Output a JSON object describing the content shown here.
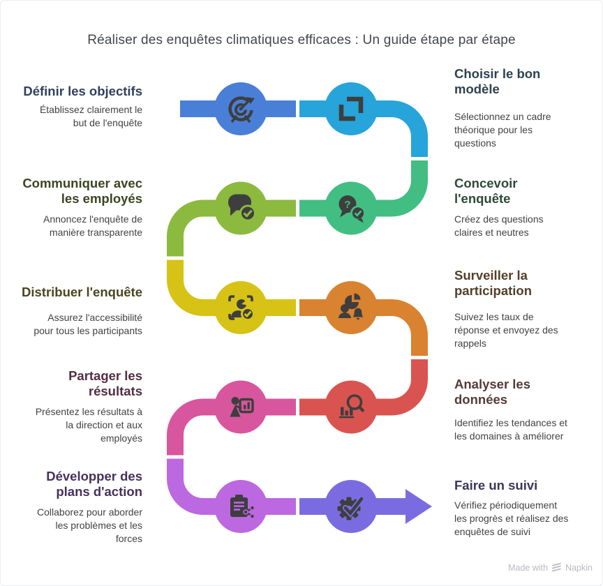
{
  "title": "Réaliser des enquêtes climatiques efficaces : Un guide étape par étape",
  "ui": {
    "background": "#ffffff",
    "border_color": "#ebedef",
    "title_color": "#42464e",
    "icon_color": "#3E3E3E",
    "desc_color": "#424242",
    "footer": {
      "made_with": "Made with",
      "brand": "Napkin",
      "color": "#b7babf",
      "logo_icon": "napkin-logo-icon"
    }
  },
  "steps": [
    {
      "order": 1,
      "title": "Définir les objectifs",
      "desc": "Établissez clairement le\nbut de l'enquête",
      "color": "#4A7FD7",
      "title_color": "#32405a",
      "icon": "target-icon",
      "text_side": "left"
    },
    {
      "order": 2,
      "title": "Choisir le bon\nmodèle",
      "desc": "Sélectionnez un cadre\nthéorique pour les\nquestions",
      "color": "#27A4D9",
      "title_color": "#2e424f",
      "icon": "frame-icon",
      "text_side": "right"
    },
    {
      "order": 3,
      "title": "Concevoir\nl'enquête",
      "desc": "Créez des questions\nclaires et neutres",
      "color": "#42BE82",
      "title_color": "#2c4a3a",
      "icon": "question-chat-icon",
      "text_side": "right"
    },
    {
      "order": 4,
      "title": "Communiquer avec\nles employés",
      "desc": "Annoncez l'enquête de\nmanière transparente",
      "color": "#8BBA3E",
      "title_color": "#3c4523",
      "icon": "chat-check-icon",
      "text_side": "left"
    },
    {
      "order": 5,
      "title": "Distribuer l'enquête",
      "desc": "Assurez l'accessibilité\npour tous les participants",
      "color": "#D7C216",
      "title_color": "#4a4620",
      "icon": "scan-person-icon",
      "text_side": "left"
    },
    {
      "order": 6,
      "title": "Surveiller la\nparticipation",
      "desc": "Suivez les taux de\nréponse et envoyez des\nrappels",
      "color": "#D9822F",
      "title_color": "#543f28",
      "icon": "participation-icon",
      "text_side": "right"
    },
    {
      "order": 7,
      "title": "Analyser les\ndonnées",
      "desc": "Identifiez les tendances et\nles domaines à améliorer",
      "color": "#D95450",
      "title_color": "#553a3a",
      "icon": "analyze-icon",
      "text_side": "right"
    },
    {
      "order": 8,
      "title": "Partager les\nrésultats",
      "desc": "Présentez les résultats à\nla direction et aux\nemployés",
      "color": "#D7569E",
      "title_color": "#532e45",
      "icon": "presenter-icon",
      "text_side": "left"
    },
    {
      "order": 9,
      "title": "Développer des\nplans d'action",
      "desc": "Collaborez pour aborder\nles problèmes et les\nforces",
      "color": "#BC68E0",
      "title_color": "#46315a",
      "icon": "clipboard-share-icon",
      "text_side": "left"
    },
    {
      "order": 10,
      "title": "Faire un suivi",
      "desc": "Vérifiez périodiquement\nles progrès et réalisez des\nenquêtes de suivi",
      "color": "#7A6CE0",
      "title_color": "#3a3759",
      "icon": "gear-check-icon",
      "text_side": "right"
    }
  ]
}
